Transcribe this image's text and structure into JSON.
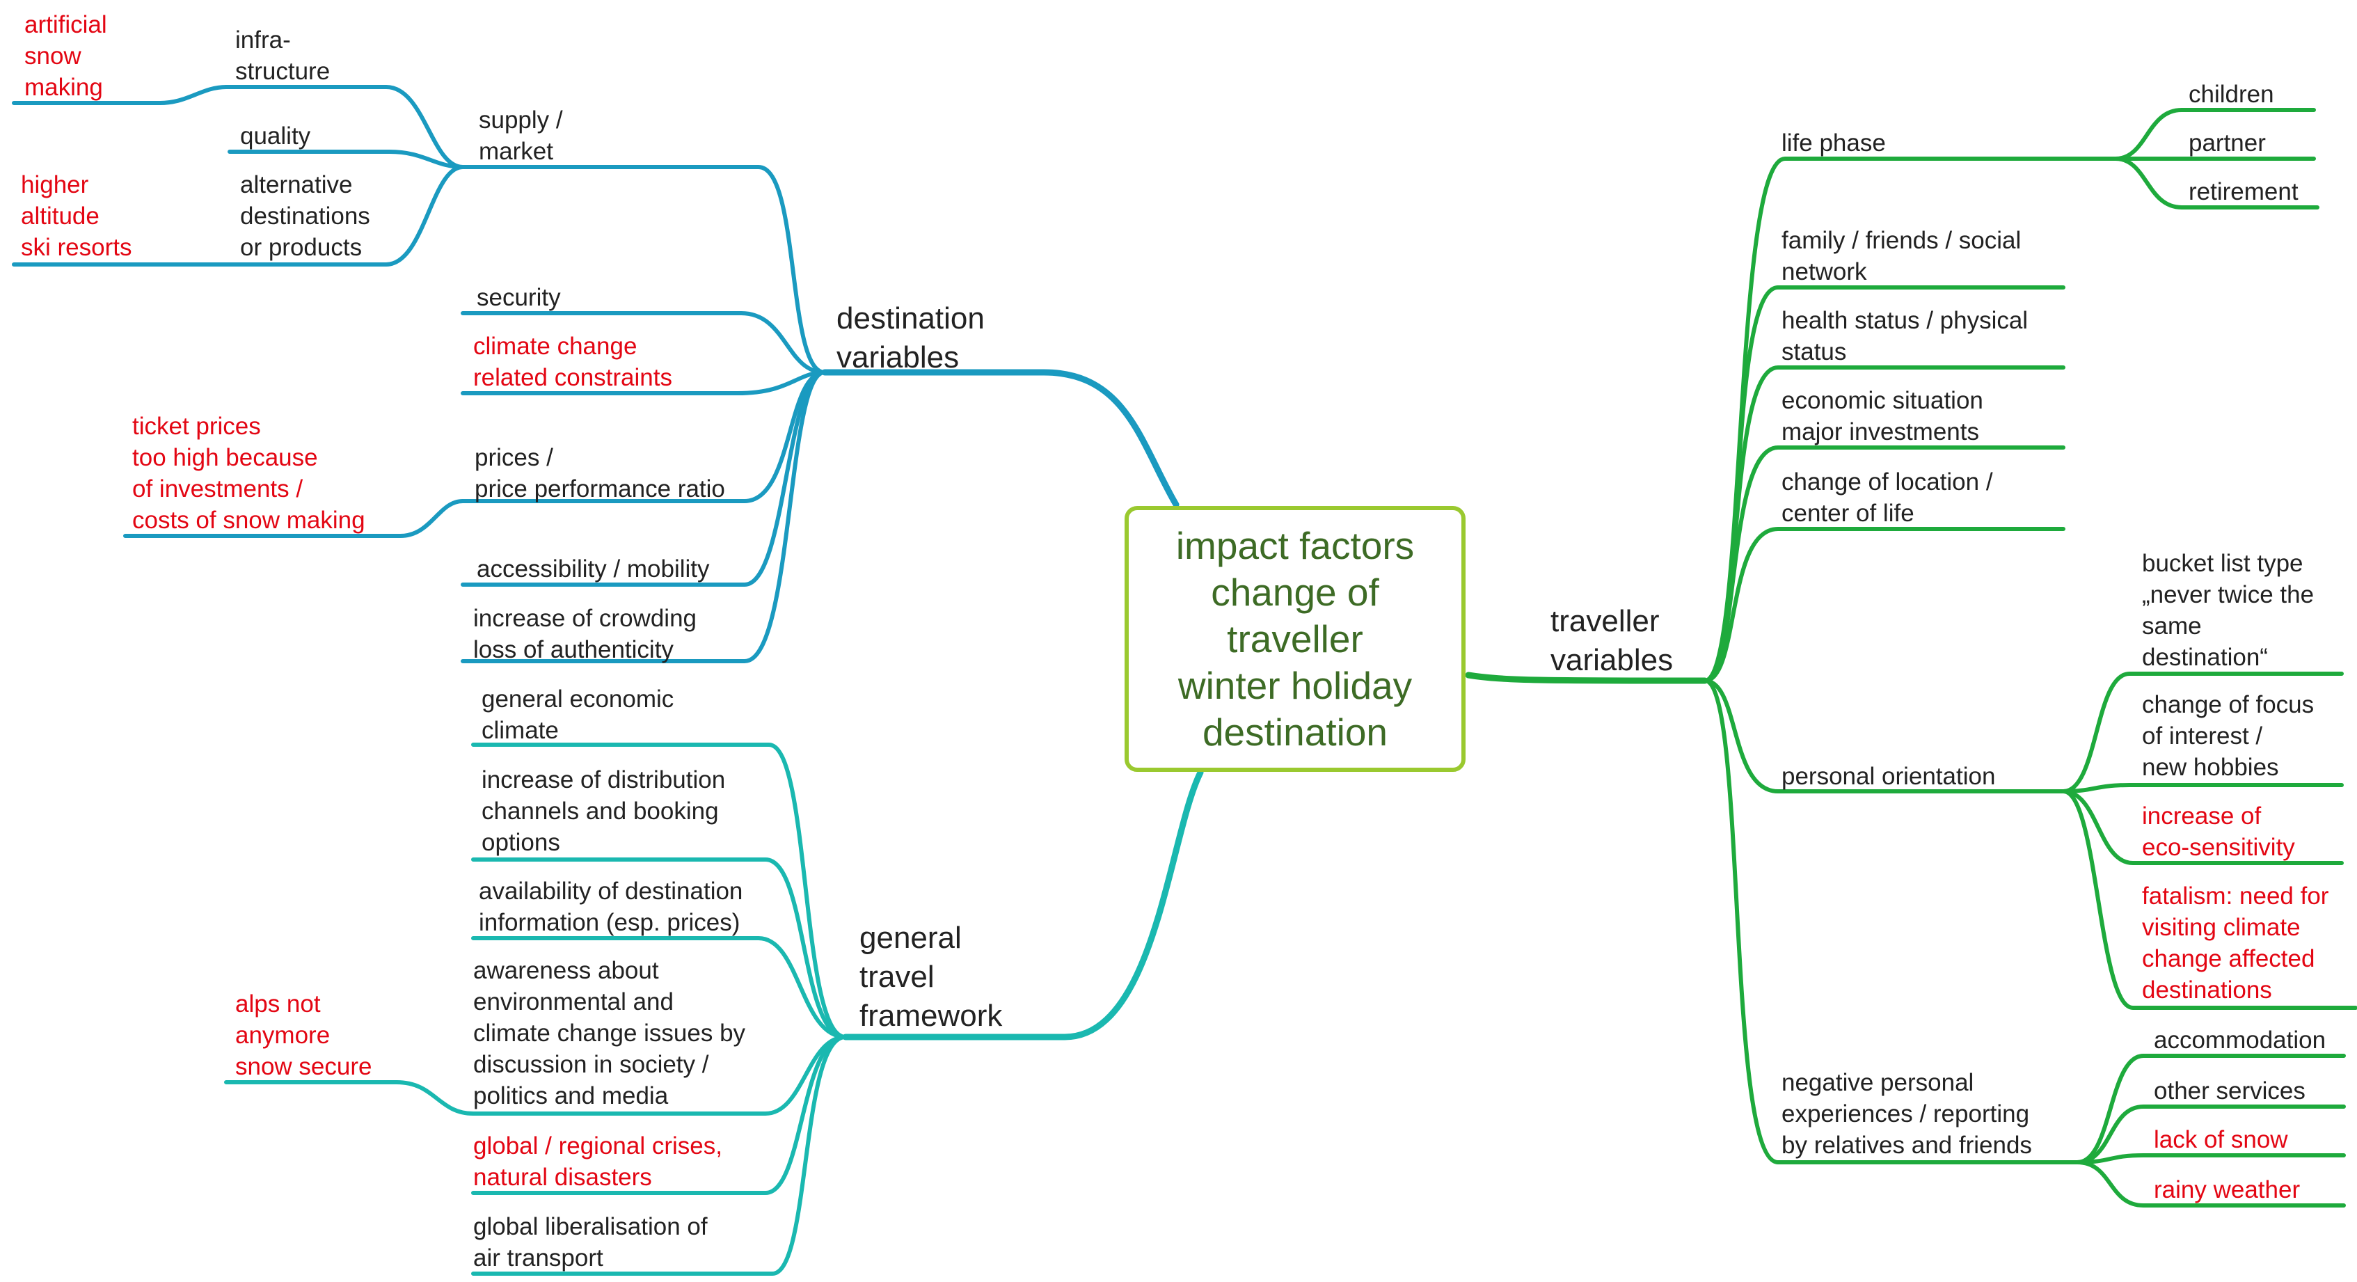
{
  "center": {
    "title": "impact factors\nchange of\ntraveller\nwinter holiday\ndestination"
  },
  "branches": {
    "destination": {
      "title": "destination\nvariables",
      "supply": "supply /\nmarket",
      "infra": "infra-\nstructure",
      "artificial_snow": "artificial\nsnow\nmaking",
      "quality": "quality",
      "alternative": "alternative\ndestinations\nor products",
      "higher_altitude": "higher\naltitude\nski resorts",
      "security": "security",
      "climate_constraints": "climate change\nrelated constraints",
      "prices": "prices /\nprice performance ratio",
      "ticket_prices": "ticket prices\ntoo high because\nof investments /\ncosts of snow making",
      "accessibility": "accessibility / mobility",
      "crowding": "increase of crowding\nloss of authenticity"
    },
    "general": {
      "title": "general\ntravel\nframework",
      "economic": "general economic\nclimate",
      "distribution": "increase of distribution\nchannels and booking\noptions",
      "availability": "availability of destination\ninformation (esp. prices)",
      "awareness": "awareness about\nenvironmental and\nclimate change issues by\ndiscussion in society /\npolitics and media",
      "alps": "alps not\nanymore\nsnow secure",
      "crises": "global / regional crises,\nnatural disasters",
      "liberalisation": "global liberalisation of\nair transport"
    },
    "traveller": {
      "title": "traveller\nvariables",
      "life_phase": "life phase",
      "children": "children",
      "partner": "partner",
      "retirement": "retirement",
      "family": "family / friends / social\nnetwork",
      "health": "health status / physical\nstatus",
      "economic": "economic situation\nmajor investments",
      "location": "change of location /\ncenter of life",
      "personal": "personal orientation",
      "bucket": "bucket list type\n„never twice the\nsame\ndestination“",
      "focus": "change of focus\nof interest /\nnew hobbies",
      "eco": "increase of\neco-sensitivity",
      "fatalism": "fatalism: need for\nvisiting climate\nchange affected\ndestinations",
      "negative": "negative personal\nexperiences / reporting\nby relatives and friends",
      "accommodation": "accommodation",
      "other_services": "other services",
      "lack_snow": "lack of snow",
      "rainy": "rainy weather"
    }
  },
  "colors": {
    "destination": "#1a9ac0",
    "general": "#1ab8b0",
    "traveller": "#1eaa3c",
    "center_border": "#9ac92f",
    "center_text": "#3d6b25",
    "highlight_text": "#e30613",
    "text": "#222222"
  }
}
